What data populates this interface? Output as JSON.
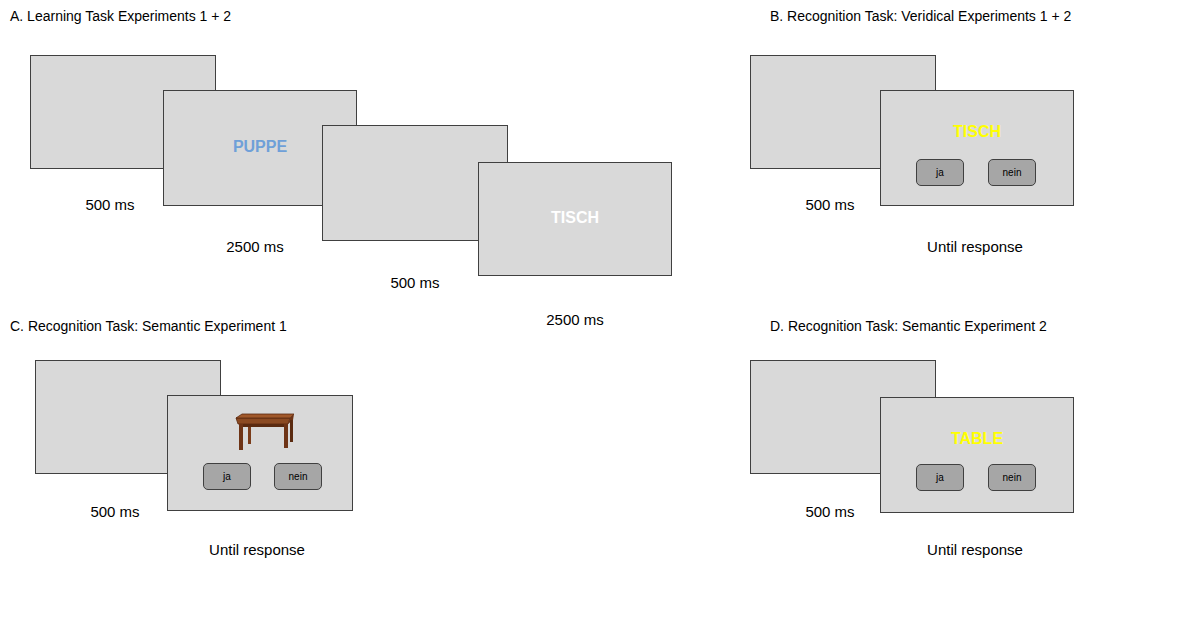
{
  "diagram": {
    "nodes": [
      {
        "text": [
          "PUPPE"
        ]
      },
      {
        "text": [
          "TISCH"
        ]
      },
      {
        "text": [
          "TISCH"
        ]
      },
      {
        "text": [
          "ja"
        ],
        "in": 2
      },
      {
        "text": [
          "nein"
        ],
        "in": 2
      },
      {
        "text": []
      },
      {
        "text": [
          "ja"
        ],
        "in": 5
      },
      {
        "text": [
          "nein"
        ],
        "in": 5
      },
      {
        "text": [
          "TABLE"
        ]
      },
      {
        "text": [
          "ja"
        ],
        "in": 8
      },
      {
        "text": [
          "nein"
        ],
        "in": 8
      }
    ],
    "labels": [
      "A. Learning Task Experiments 1 + 2",
      "500 ms",
      "2500 ms",
      "500 ms",
      "2500 ms",
      "B. Recognition Task: Veridical Experiments 1 + 2",
      "500 ms",
      "Until response",
      "C. Recognition Task: Semantic Experiment 1",
      "500 ms",
      "Until response",
      "D. Recognition Task: Semantic Experiment 2",
      "500 ms",
      "Until response"
    ]
  }
}
